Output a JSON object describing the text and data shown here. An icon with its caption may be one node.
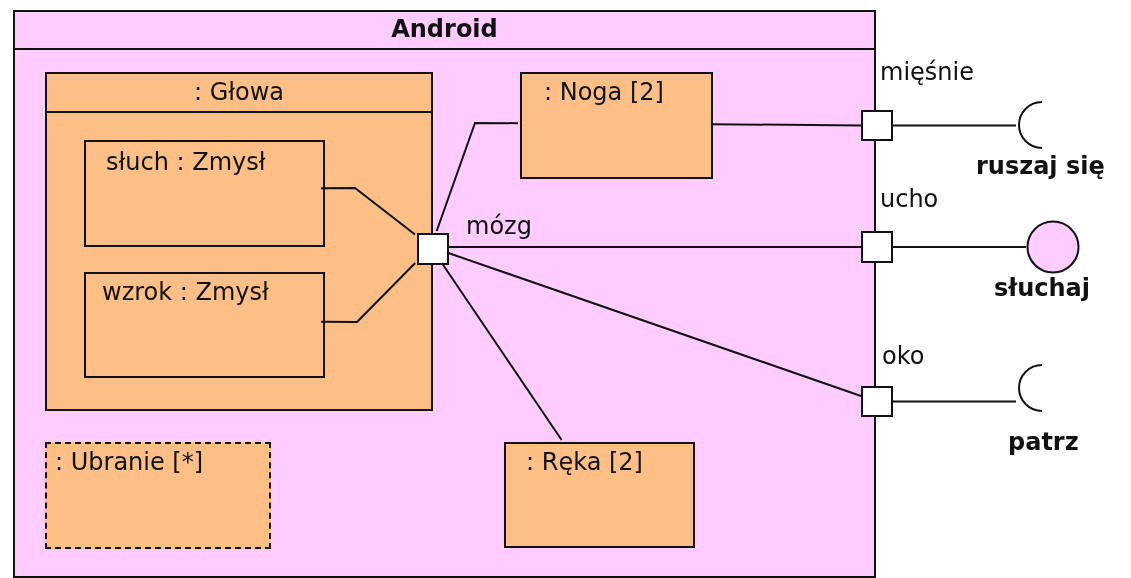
{
  "diagram": {
    "nodes": [
      {
        "text": [
          "Android"
        ]
      },
      {
        "text": [
          ": Głowa"
        ],
        "in": 0
      },
      {
        "text": [
          "słuch : Zmysł"
        ],
        "in": 1
      },
      {
        "text": [
          "wzrok : Zmysł"
        ],
        "in": 1
      },
      {
        "text": [],
        "shape": "box",
        "beside": [
          "mózg"
        ],
        "in": 0
      },
      {
        "text": [
          ": Noga [2]"
        ],
        "in": 0
      },
      {
        "text": [
          ": Ubranie [*]"
        ],
        "in": 0
      },
      {
        "text": [
          ": Ręka [2]"
        ],
        "in": 0
      },
      {
        "text": [],
        "shape": "box",
        "beside": [
          "mięśnie"
        ]
      },
      {
        "text": [],
        "shape": "box",
        "beside": [
          "ucho"
        ]
      },
      {
        "text": [],
        "shape": "box",
        "beside": [
          "oko"
        ]
      },
      {
        "text": [],
        "shape": "socket",
        "beside": [
          "ruszaj się"
        ]
      },
      {
        "text": [],
        "shape": "circle",
        "beside": [
          "słuchaj"
        ]
      },
      {
        "text": [],
        "shape": "socket",
        "beside": [
          "patrz"
        ]
      }
    ],
    "edges": [
      {
        "from": 2,
        "to": 4,
        "arrow": "none"
      },
      {
        "from": 3,
        "to": 4,
        "arrow": "none"
      },
      {
        "from": 4,
        "to": 5,
        "arrow": "none"
      },
      {
        "from": 4,
        "to": 9,
        "arrow": "none"
      },
      {
        "from": 4,
        "to": 10,
        "arrow": "none"
      },
      {
        "from": 4,
        "to": 7,
        "arrow": "none"
      },
      {
        "from": 5,
        "to": 8,
        "arrow": "none"
      },
      {
        "from": 8,
        "to": 11,
        "arrow": "none"
      },
      {
        "from": 9,
        "to": 12,
        "arrow": "none"
      },
      {
        "from": 10,
        "to": 13,
        "arrow": "none"
      }
    ]
  }
}
